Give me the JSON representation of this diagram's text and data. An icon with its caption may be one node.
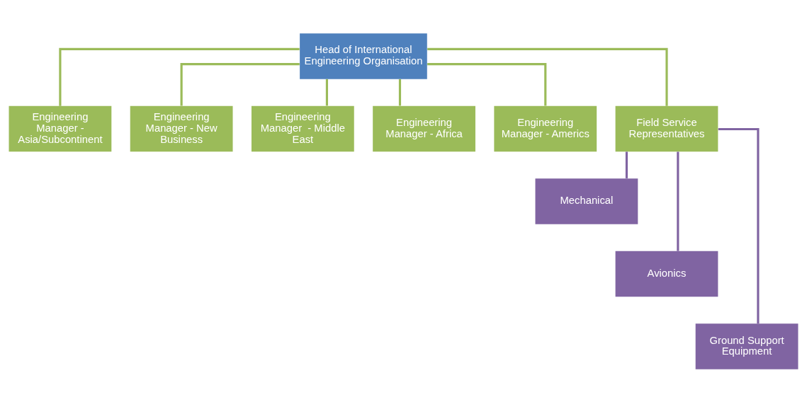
{
  "diagram": {
    "nodes": [
      {
        "text": [
          "Head of International Engineering Organisation"
        ]
      },
      {
        "text": [
          "Engineering Manager - Asia/Subcontinent"
        ]
      },
      {
        "text": [
          "Engineering Manager - New Business"
        ]
      },
      {
        "text": [
          "Engineering Manager  - Middle East"
        ]
      },
      {
        "text": [
          "Engineering Manager - Africa"
        ]
      },
      {
        "text": [
          "Engineering Manager - Americs"
        ]
      },
      {
        "text": [
          "Field Service Representatives"
        ]
      },
      {
        "text": [
          "Mechanical"
        ]
      },
      {
        "text": [
          "Avionics"
        ]
      },
      {
        "text": [
          "Ground Support Equipment"
        ]
      }
    ],
    "edges": [
      {
        "from": 0,
        "to": 1,
        "arrow": "none"
      },
      {
        "from": 0,
        "to": 2,
        "arrow": "none"
      },
      {
        "from": 0,
        "to": 3,
        "arrow": "none"
      },
      {
        "from": 0,
        "to": 4,
        "arrow": "none"
      },
      {
        "from": 0,
        "to": 5,
        "arrow": "none"
      },
      {
        "from": 0,
        "to": 6,
        "arrow": "none"
      },
      {
        "from": 6,
        "to": 7,
        "arrow": "none",
        "color": "#8064a2"
      },
      {
        "from": 6,
        "to": 8,
        "arrow": "none",
        "color": "#8064a2"
      },
      {
        "from": 6,
        "to": 9,
        "arrow": "none",
        "color": "#8064a2"
      }
    ]
  }
}
